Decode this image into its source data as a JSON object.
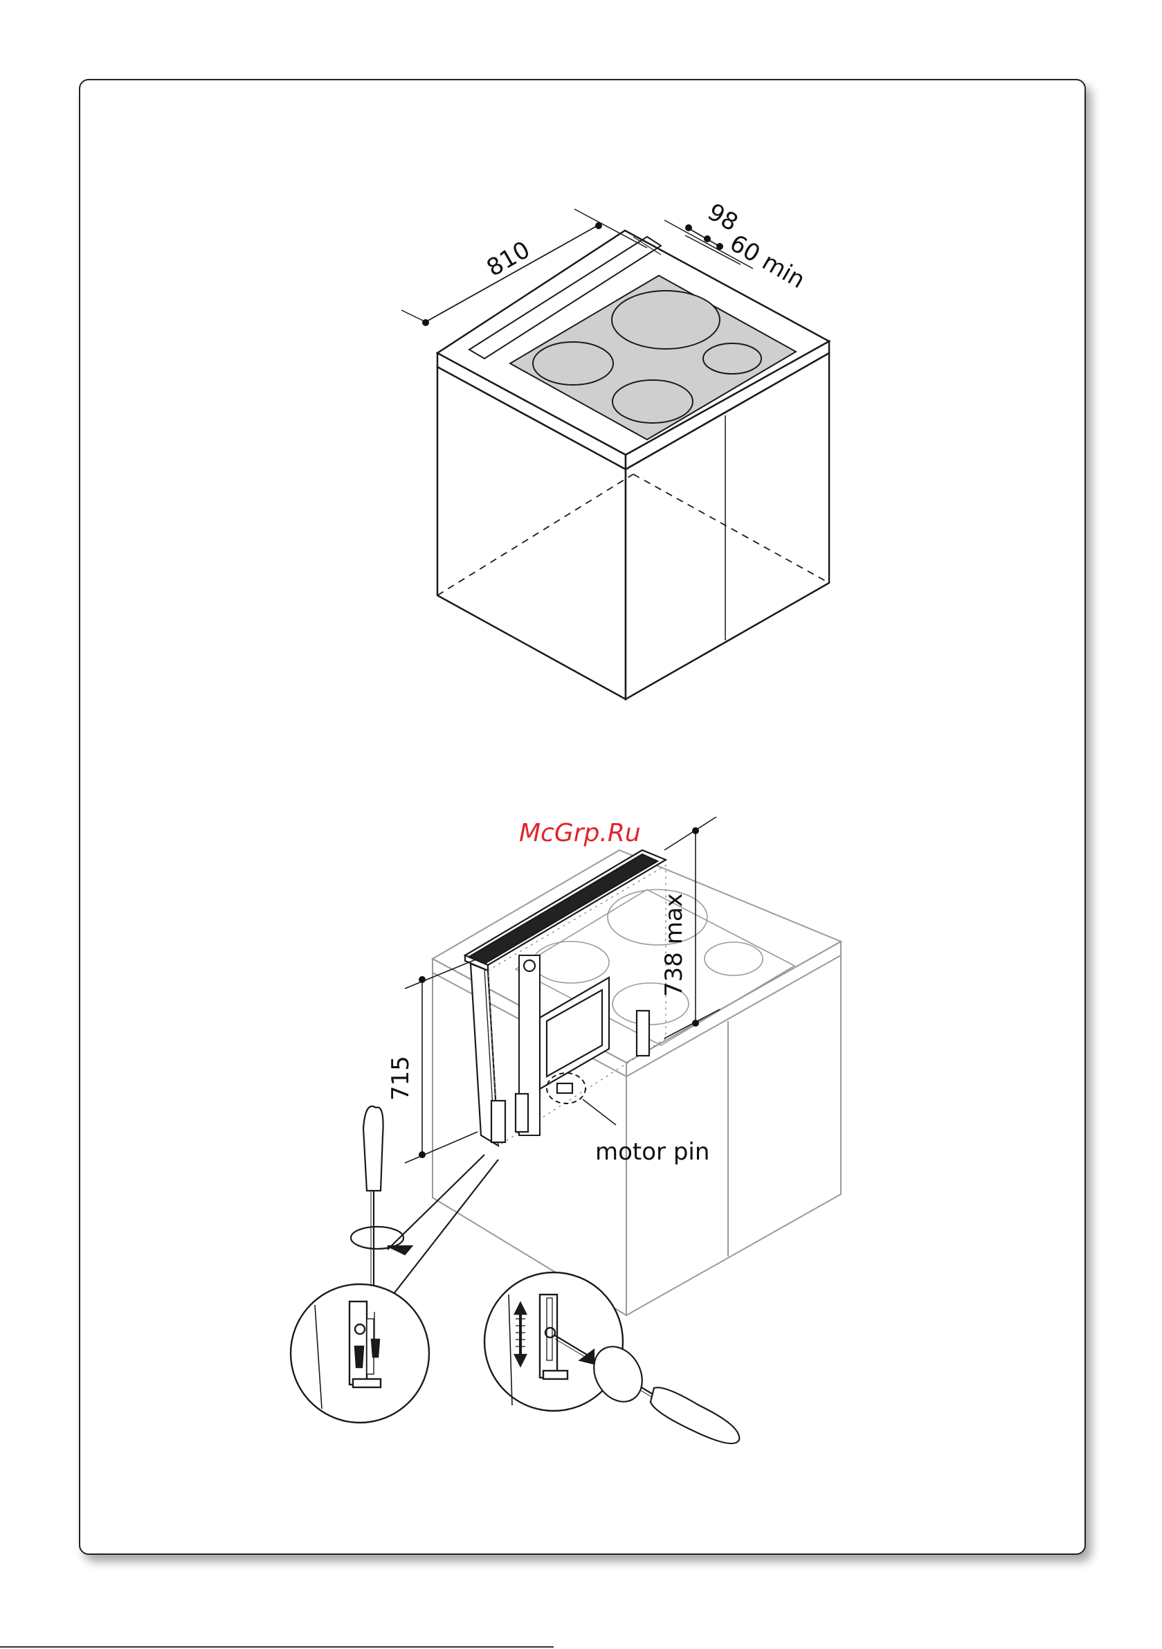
{
  "figure1": {
    "dim_width": "810",
    "dim_depth": "98",
    "dim_clearance": "60 min"
  },
  "figure2": {
    "watermark": "McGrp.Ru",
    "dim_max_height": "738 max",
    "dim_height": "715",
    "label_motor_pin": "motor pin"
  }
}
